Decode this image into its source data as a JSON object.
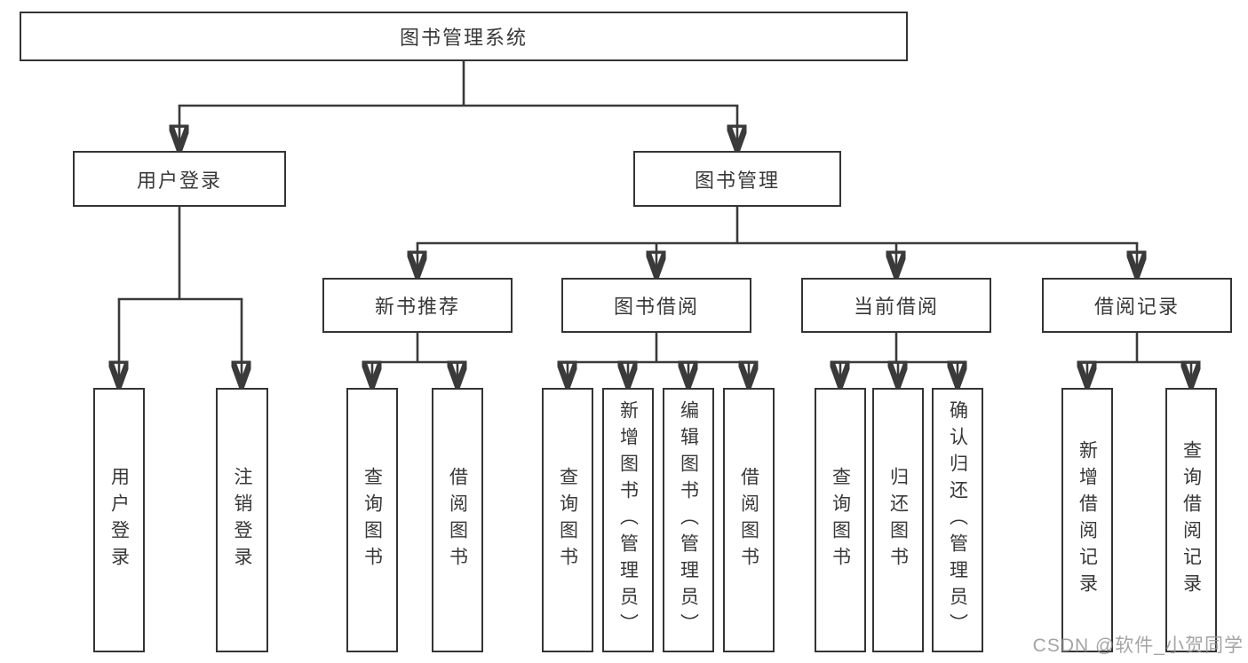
{
  "diagram": {
    "type": "tree-diagram",
    "colors": {
      "background": "#ffffff",
      "line": "#3a3a3a",
      "box_border": "#343434",
      "text": "#383838",
      "watermark": "#949494"
    }
  },
  "tree": {
    "root": {
      "label": "图书管理系统",
      "children": [
        {
          "label": "用户登录",
          "children": [
            {
              "label": "用户登录"
            },
            {
              "label": "注销登录"
            }
          ]
        },
        {
          "label": "图书管理",
          "children": [
            {
              "label": "新书推荐",
              "children": [
                {
                  "label": "查询图书"
                },
                {
                  "label": "借阅图书"
                }
              ]
            },
            {
              "label": "图书借阅",
              "children": [
                {
                  "label": "查询图书"
                },
                {
                  "label": "新增图书（管理员）"
                },
                {
                  "label": "编辑图书（管理员）"
                },
                {
                  "label": "借阅图书"
                }
              ]
            },
            {
              "label": "当前借阅",
              "children": [
                {
                  "label": "查询图书"
                },
                {
                  "label": "归还图书"
                },
                {
                  "label": "确认归还（管理员）"
                }
              ]
            },
            {
              "label": "借阅记录",
              "children": [
                {
                  "label": "新增借阅记录"
                },
                {
                  "label": "查询借阅记录"
                }
              ]
            }
          ]
        }
      ]
    }
  },
  "watermark": {
    "text": "CSDN @软件_小贺同学"
  }
}
